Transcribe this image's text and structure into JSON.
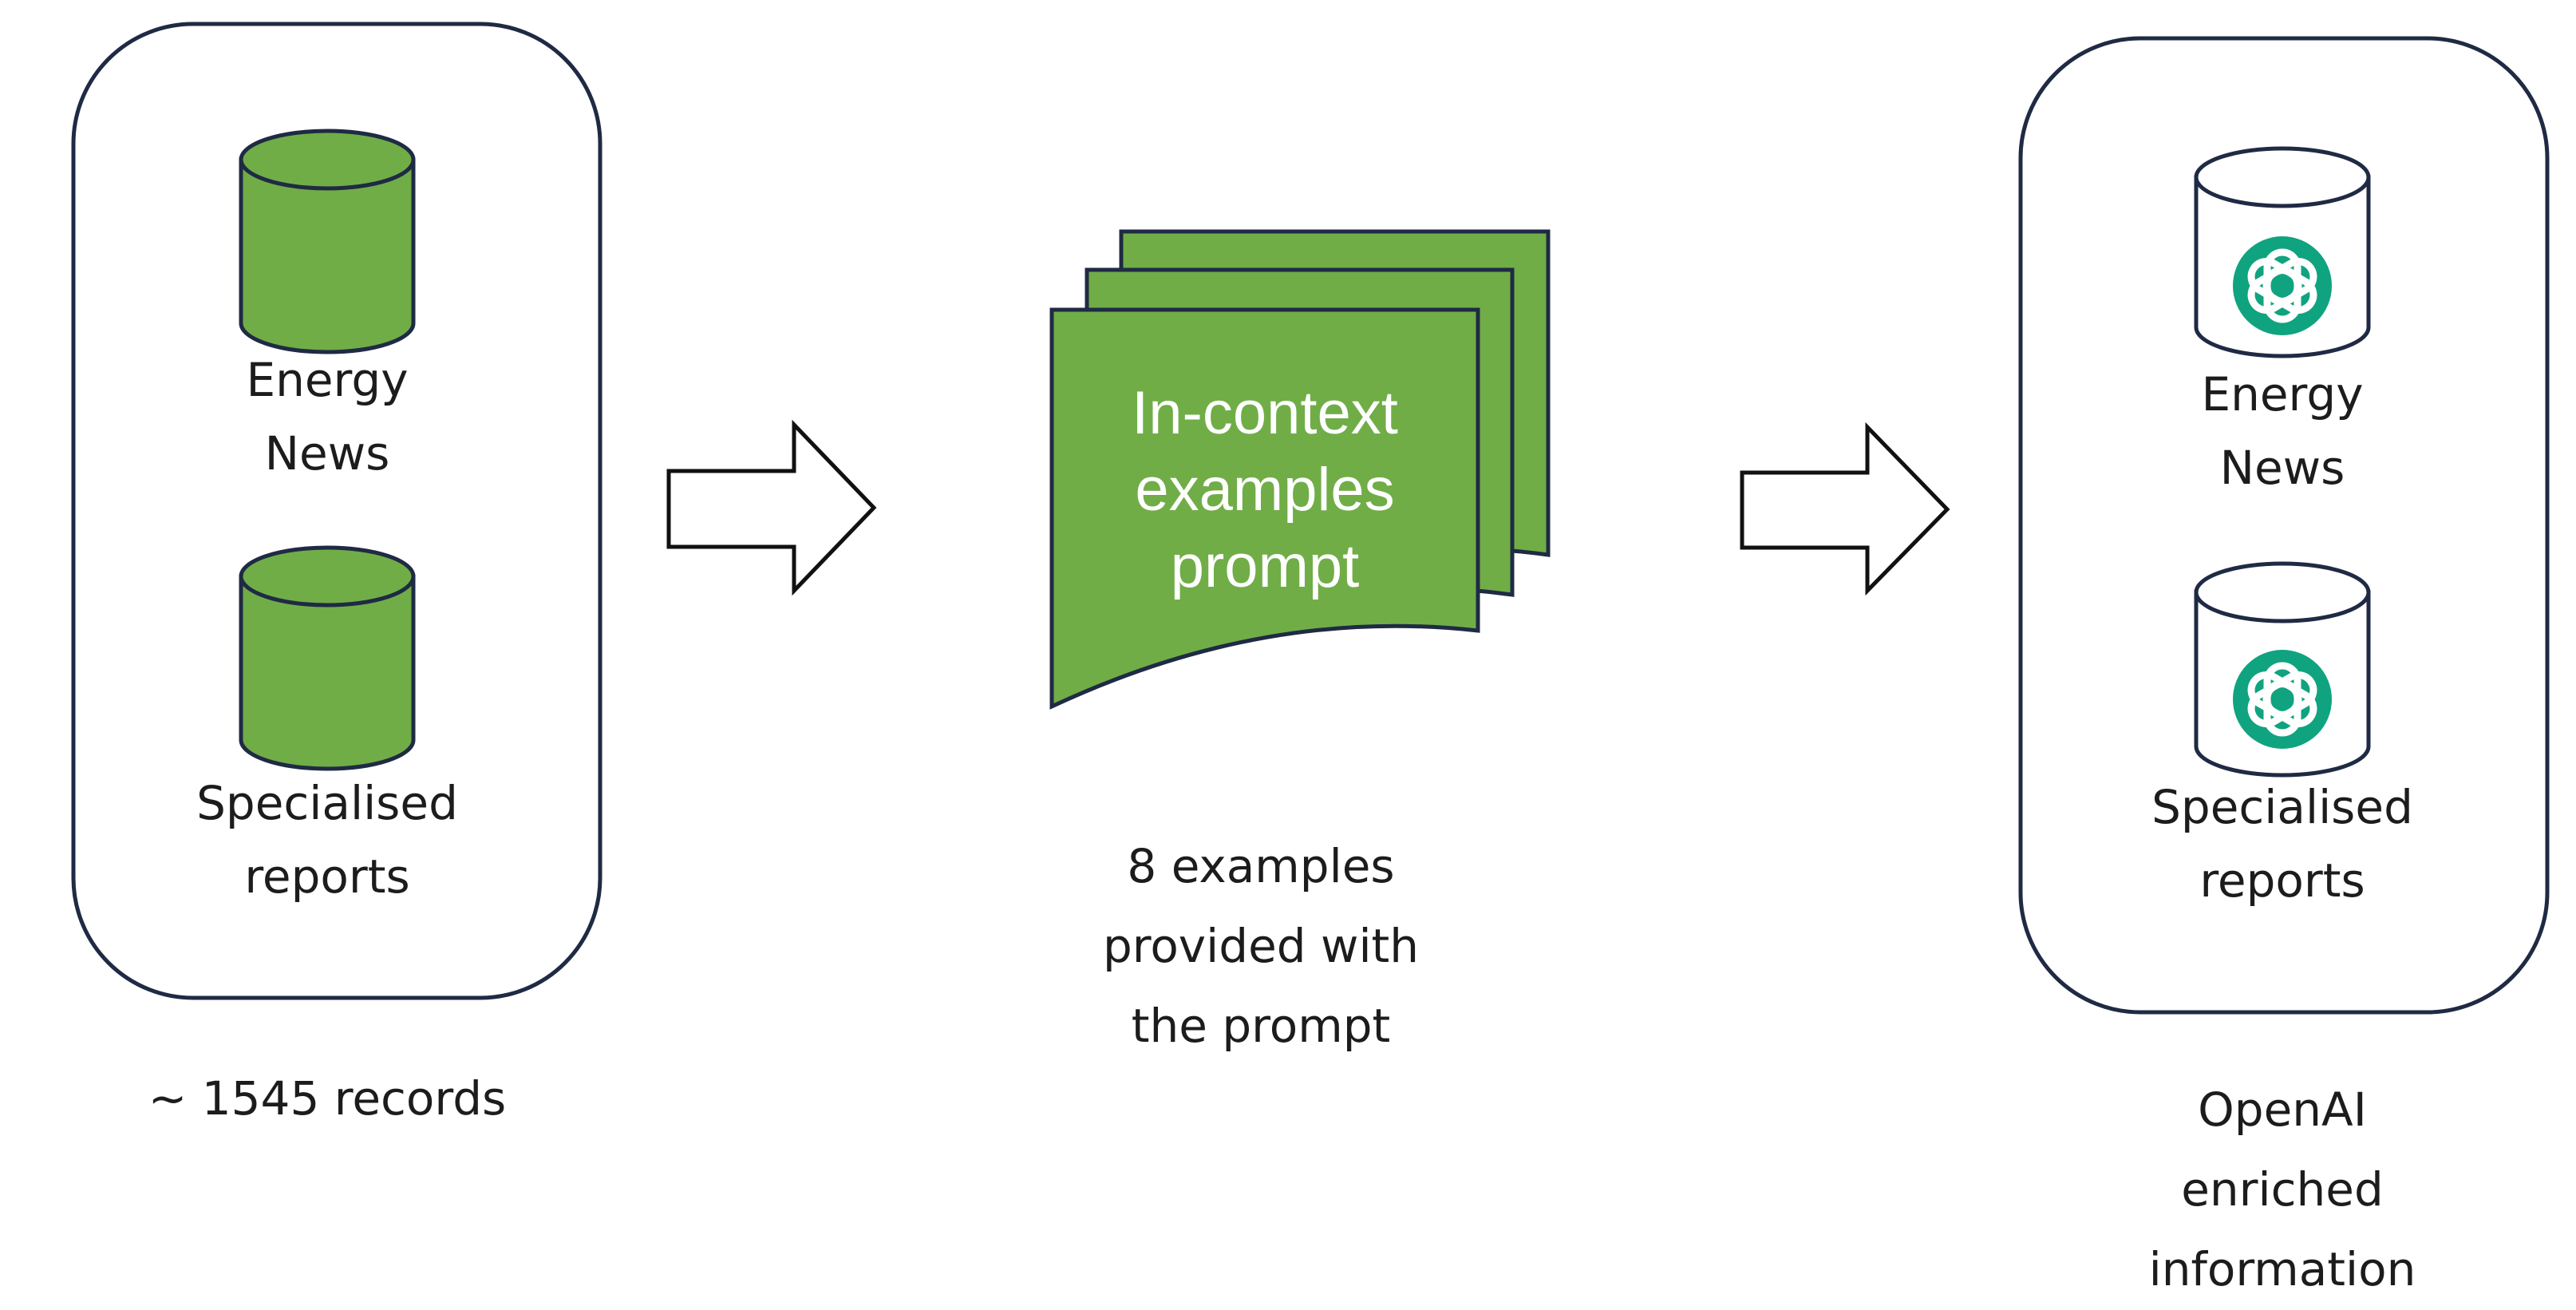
{
  "source_panel": {
    "db1_label_line1": "Energy",
    "db1_label_line2": "News",
    "db2_label_line1": "Specialised",
    "db2_label_line2": "reports",
    "caption": "~ 1545 records"
  },
  "prompt_panel": {
    "doc_line1": "In-context",
    "doc_line2": "examples",
    "doc_line3": "prompt",
    "caption_line1": "8 examples",
    "caption_line2": "provided with",
    "caption_line3": "the prompt"
  },
  "output_panel": {
    "db1_label_line1": "Energy",
    "db1_label_line2": "News",
    "db2_label_line1": "Specialised",
    "db2_label_line2": "reports",
    "caption_line1": "OpenAI",
    "caption_line2": "enriched",
    "caption_line3": "information",
    "icon": "openai-logo-icon"
  },
  "colors": {
    "green_fill": "#70ad47",
    "outline": "#1f2a44",
    "openai_teal": "#10a37f"
  }
}
